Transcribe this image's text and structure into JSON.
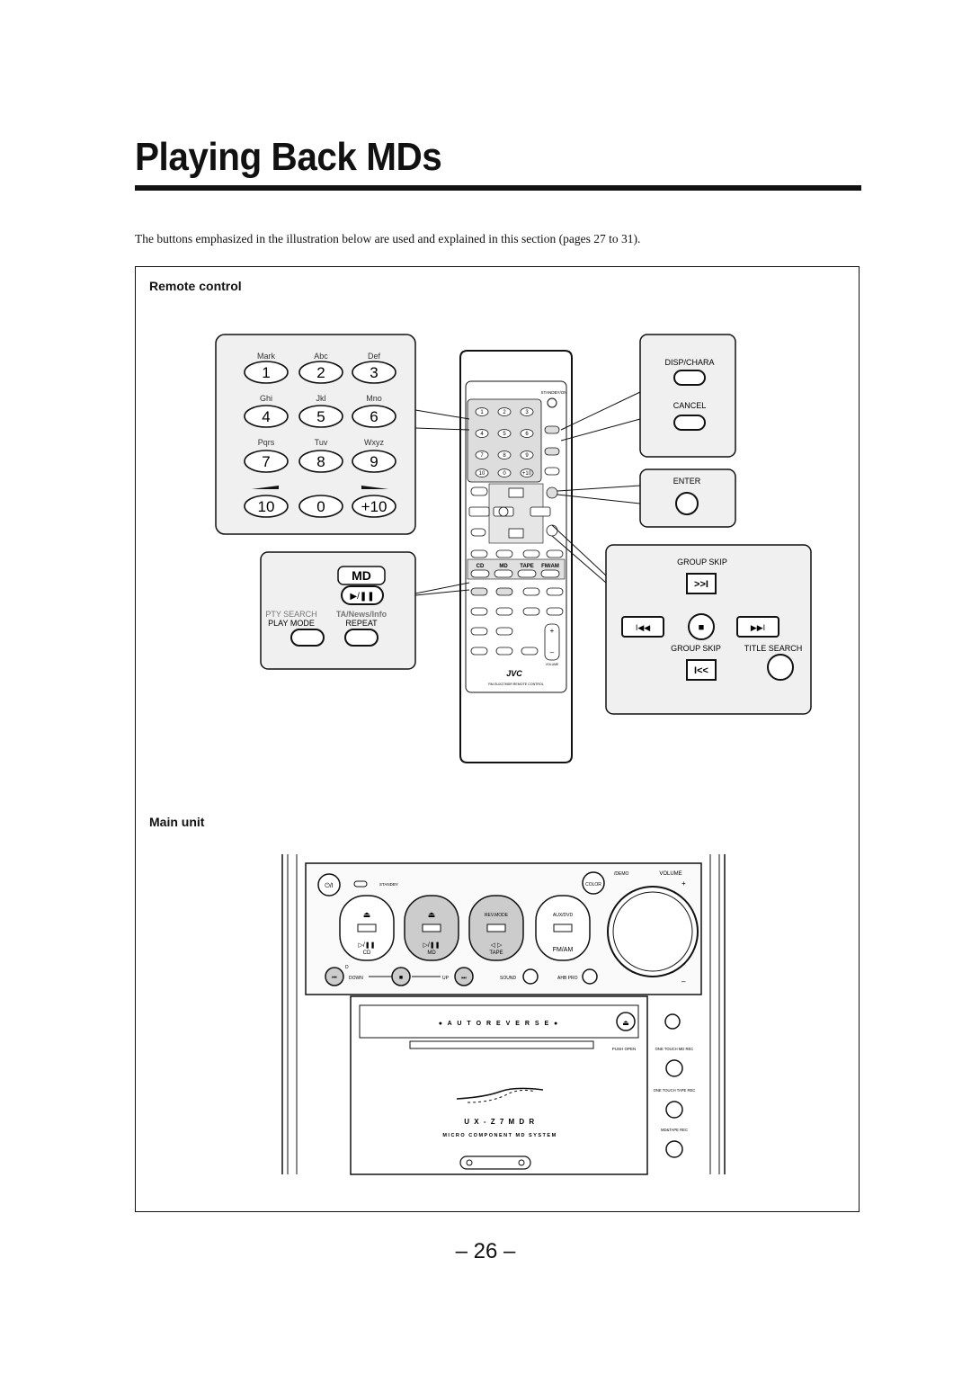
{
  "page": {
    "title": "Playing Back MDs",
    "intro": "The buttons emphasized in the illustration below are used and explained in this section (pages 27 to 31).",
    "page_number": "– 26 –"
  },
  "remote_section": {
    "label": "Remote control",
    "keypad": {
      "row1_letters": [
        "Mark",
        "Abc",
        "Def"
      ],
      "row1_numbers": [
        "1",
        "2",
        "3"
      ],
      "row2_letters": [
        "Ghi",
        "Jkl",
        "Mno"
      ],
      "row2_numbers": [
        "4",
        "5",
        "6"
      ],
      "row3_letters": [
        "Pqrs",
        "Tuv",
        "Wxyz"
      ],
      "row3_numbers": [
        "7",
        "8",
        "9"
      ],
      "row4_numbers": [
        "10",
        "0",
        "+10"
      ]
    },
    "md_callout": {
      "md_label": "MD",
      "play_pause_symbol": "▶/❚❚",
      "pty_search_label": "PTY SEARCH",
      "ta_label": "TA/News/Info",
      "play_mode_label": "PLAY MODE",
      "repeat_label": "REPEAT"
    },
    "right_callout_top": {
      "disp_chara_label": "DISP/CHARA",
      "cancel_label": "CANCEL"
    },
    "right_callout_enter": {
      "enter_label": "ENTER"
    },
    "right_callout_skip": {
      "group_skip_top_label": "GROUP SKIP",
      "group_skip_up_symbol": ">>I",
      "prev_symbol": "I◀◀",
      "stop_symbol": "■",
      "next_symbol": "▶▶I",
      "group_skip_bottom_label": "GROUP SKIP",
      "group_skip_down_symbol": "I<<",
      "title_search_label": "TITLE SEARCH"
    },
    "remote_body": {
      "brand": "JVC",
      "model": "RM-SUXZ7MDR  REMOTE CONTROL",
      "standby_label": "STANDBY/ON",
      "volume_label": "VOLUME"
    }
  },
  "main_section": {
    "label": "Main unit",
    "standby_label": "STANDBY",
    "demo_label": "/DEMO",
    "color_label": "COLOR",
    "volume_label": "VOLUME",
    "volume_plus": "+",
    "volume_minus": "–",
    "cd_label": "CD",
    "md_label": "MD",
    "tape_label": "TAPE",
    "rev_mode_label": "REV.MODE",
    "aux_dvd_label": "AUX/DVD",
    "fm_am_label": "FM/AM",
    "down_label": "DOWN",
    "up_label": "UP",
    "d_label": "D",
    "sound_label": "SOUND",
    "ahb_pro_label": "AHB PRO",
    "auto_reverse": "● A U T O   R E V E R S E ●",
    "push_open_label": "PUSH OPEN",
    "one_touch_md_rec": "ONE TOUCH MD REC",
    "one_touch_tape_rec": "ONE TOUCH TAPE REC",
    "md_tape_rec": "MD&TAPE REC",
    "model_name": "U X - Z 7 M D R",
    "system_name": "MICRO COMPONENT MD SYSTEM"
  },
  "colors": {
    "ink": "#111111",
    "highlight": "#bdbdbd",
    "panel_bg": "#f2f2f2"
  }
}
